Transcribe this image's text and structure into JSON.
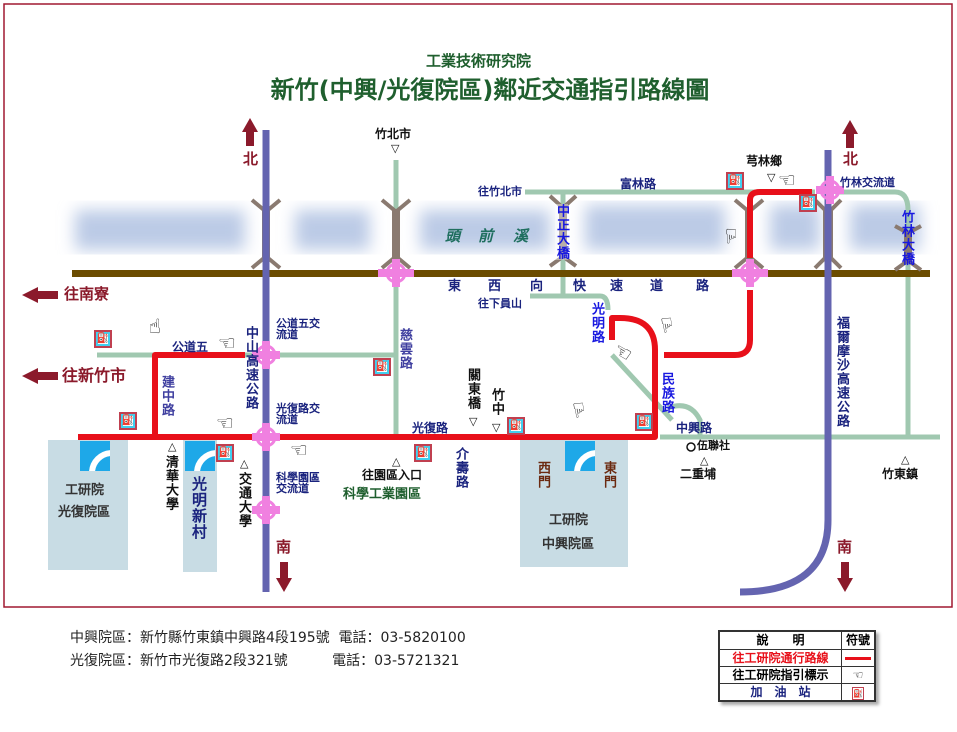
{
  "title": {
    "org": "工業技術研究院",
    "main": "新竹(中興/光復院區)鄰近交通指引路線圖"
  },
  "labels": {
    "zhubei_city": "竹北市",
    "north": "北",
    "to_nanliao": "往南寮",
    "river": [
      "頭",
      "前",
      "溪"
    ],
    "expressway": [
      "東",
      "西",
      "向",
      "快",
      "速",
      "道",
      "路"
    ],
    "to_zhubei": "往竹北市",
    "fulin_rd": "富林路",
    "zhongzheng_bridge": "中正大橋",
    "to_xiayuanshan": "往下員山",
    "guangming_rd": "光明路",
    "qionglin": "芎林鄉",
    "zhulin_ic": "竹林交流道",
    "zhulin_bridge": "竹林大橋",
    "formosa_fwy": "福爾摩沙高速公路",
    "gongdaowu_ic": "公道五交流道",
    "gongdaowu": "公道五",
    "zhongshan_fwy": "中山高速公路",
    "ciyun_rd": "慈雲路",
    "to_hsinchu": "往新竹市",
    "jianzhong_rd": "建中路",
    "guangfu_ic": "光復路交流道",
    "guangfu_rd": "光復路",
    "guandong_bridge": "關東橋",
    "zhuzhong": "竹中",
    "jieshou_rd": "介壽路",
    "minzu_rd": "民族路",
    "zhongxing_rd": "中興路",
    "clinic": "伍聯社",
    "erchongpu": "二重埔",
    "zhudong": "竹東鎮",
    "south": "南",
    "nthu": "清華大學",
    "guangming_village": "光明新村",
    "nctu": "交通大學",
    "sp_ic": "科學園區交流道",
    "to_park": "往園區入口",
    "science_park": "科學工業園區",
    "west_gate": "西門",
    "east_gate": "東門",
    "itri_zhongxing": [
      "工研院",
      "中興院區"
    ],
    "itri_guangfu": [
      "工研院",
      "光復院區"
    ]
  },
  "footer": {
    "zhongxing": "中興院區：新竹縣竹東鎮中興路4段195號  電話：03-5820100",
    "guangfu": "光復院區：新竹市光復路2段321號          電話：03-5721321"
  },
  "legend": {
    "header": [
      "說　　明",
      "符號"
    ],
    "route": "往工研院通行路線",
    "sign": "往工研院指引標示",
    "gas": "加　油　站"
  },
  "colors": {
    "route": "#e8101a",
    "freeway": "#6464b0",
    "road": "#a0c8b0",
    "expressway": "#6b4c00",
    "interchange": "#f080e0"
  }
}
